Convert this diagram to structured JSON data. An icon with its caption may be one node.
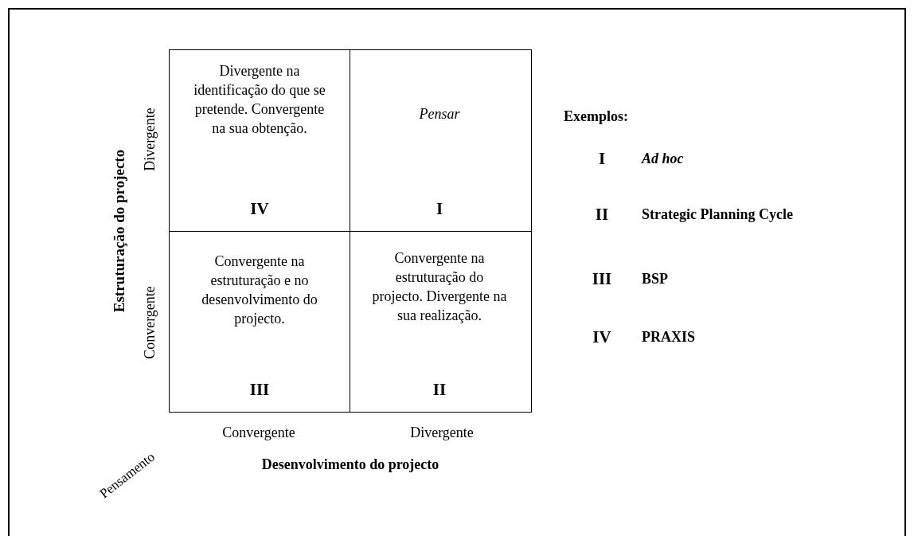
{
  "diagram": {
    "nodes": [
      {
        "text": [
          "Divergente na identificação do que se pretende. Convergente na sua obtenção.",
          "IV"
        ]
      },
      {
        "text": [
          "Pensar",
          "I"
        ]
      },
      {
        "text": [
          "Convergente na estruturação e no desenvolvimento do projecto.",
          "III"
        ]
      },
      {
        "text": [
          "Convergente na estruturação do projecto. Divergente na sua realização.",
          "II"
        ]
      }
    ],
    "labels": [
      "Estruturação do projecto",
      "Divergente",
      "Convergente",
      "Convergente",
      "Divergente",
      "Desenvolvimento do projecto",
      "Pensamento",
      "Exemplos:",
      "I",
      "Ad hoc",
      "II",
      "Strategic Planning Cycle",
      "III",
      "BSP",
      "IV",
      "PRAXIS"
    ]
  }
}
